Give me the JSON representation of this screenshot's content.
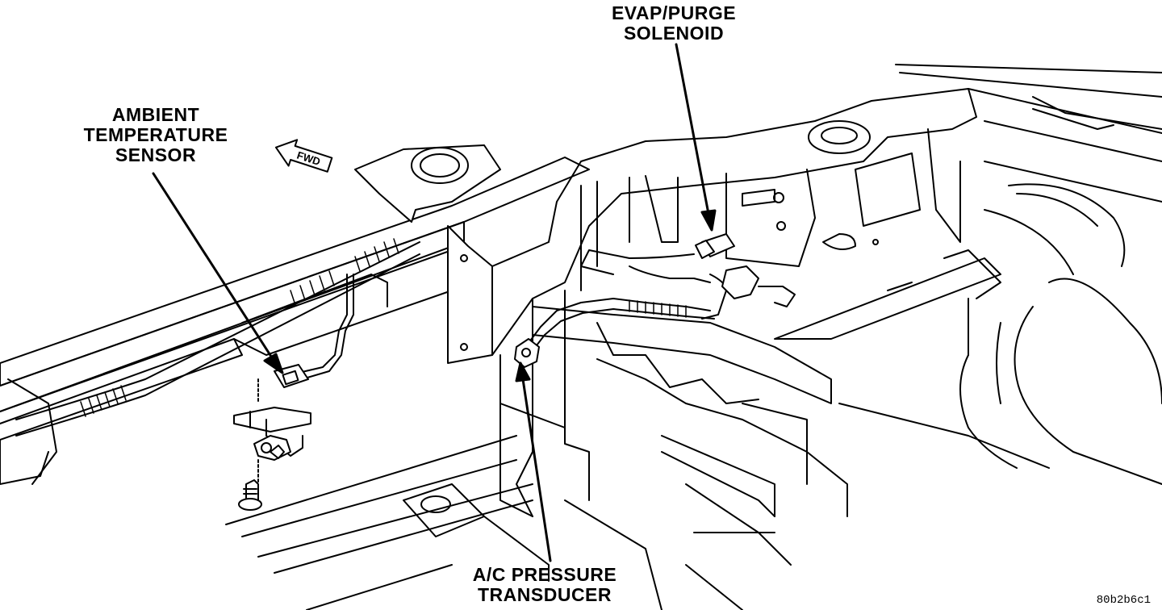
{
  "labels": {
    "ambient": [
      "AMBIENT",
      "TEMPERATURE",
      "SENSOR"
    ],
    "evap": [
      "EVAP/PURGE",
      "SOLENOID"
    ],
    "ac": [
      "A/C PRESSURE",
      "TRANSDUCER"
    ]
  },
  "fwd_arrow": "FWD",
  "figure_code": "80b2b6c1"
}
